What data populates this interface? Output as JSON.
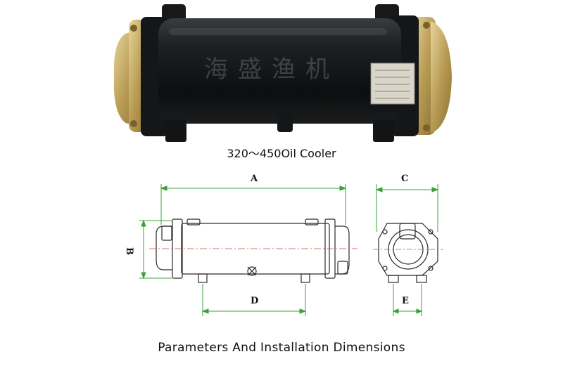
{
  "photo": {
    "watermark": "海盛渔机",
    "caption": "320～450Oil Cooler"
  },
  "drawing": {
    "labels": {
      "a": "A",
      "b": "B",
      "c": "C",
      "d": "D",
      "e": "E"
    }
  },
  "footer": {
    "caption": "Parameters And Installation Dimensions"
  }
}
